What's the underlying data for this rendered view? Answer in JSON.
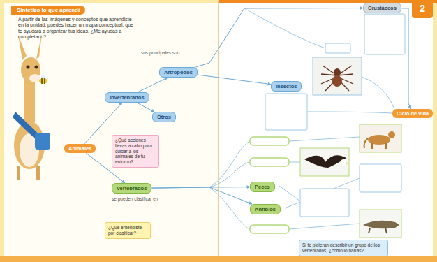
{
  "diagram": {
    "title": "Sintetizo lo que aprendí",
    "nodes": [
      {
        "text": [
          "Animales"
        ]
      },
      {
        "text": [
          "Invertebrados"
        ]
      },
      {
        "text": [
          "Otros"
        ]
      },
      {
        "text": [
          "Artrópodos"
        ]
      },
      {
        "text": [
          "Vertebrados"
        ]
      },
      {
        "text": [
          "¿Qué acciones llevas a cabo para cuidar a los animales de tu entorno?"
        ]
      },
      {
        "text": [
          "¿Qué entendiste por clasificar?"
        ]
      },
      {
        "text": [
          "Crustáceos"
        ]
      },
      {
        "text": [
          "Insectos"
        ]
      },
      {
        "text": [
          "Ciclo de vida"
        ]
      },
      {
        "text": [
          "Peces"
        ]
      },
      {
        "text": [
          "Anfibios"
        ]
      },
      {
        "text": [
          "Si te pidieran describir un grupo de los vertebrados, ¿cómo lo harías?"
        ]
      }
    ],
    "edges": [
      {
        "from": 0,
        "to": 1,
        "arrow": "to"
      },
      {
        "from": 0,
        "to": 4,
        "arrow": "to"
      },
      {
        "from": 1,
        "to": 3,
        "arrow": "to"
      },
      {
        "from": 1,
        "to": 2,
        "arrow": "to"
      },
      {
        "from": 3,
        "to": 7,
        "arrow": "to"
      },
      {
        "from": 3,
        "to": 8,
        "arrow": "to"
      },
      {
        "from": 7,
        "to": 9,
        "arrow": "to"
      },
      {
        "from": 4,
        "to": 10,
        "arrow": "to"
      },
      {
        "from": 4,
        "to": 11,
        "arrow": "to"
      }
    ],
    "labels": [
      "A partir de las imágenes y conceptos que aprendiste en la unidad, puedes hacer un mapa conceptual, que te ayudará a organizar tus ideas. ¿Me ayudas a completarlo?",
      "sus principales son",
      "se pueden clasificar en",
      "2"
    ]
  }
}
